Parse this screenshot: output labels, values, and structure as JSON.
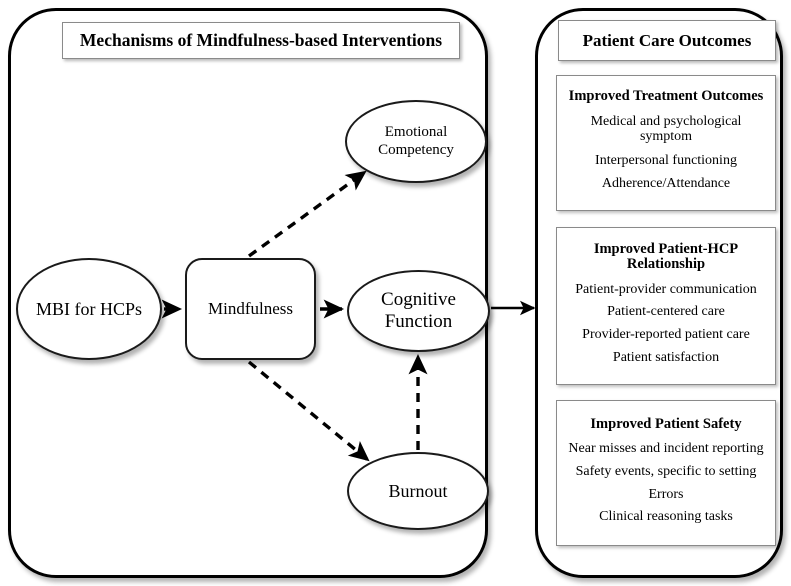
{
  "figure": {
    "left_panel": {
      "title": "Mechanisms of Mindfulness-based Interventions",
      "nodes": {
        "mbi": "MBI for HCPs",
        "mindfulness": "Mindfulness",
        "emotional_competency": "Emotional Competency",
        "cognitive_function": "Cognitive Function",
        "burnout": "Burnout"
      }
    },
    "right_panel": {
      "title": "Patient Care Outcomes",
      "outcomes": [
        {
          "title": "Improved Treatment Outcomes",
          "items": [
            "Medical and psychological symptom",
            "Interpersonal functioning",
            "Adherence/Attendance"
          ]
        },
        {
          "title": "Improved Patient-HCP Relationship",
          "items": [
            "Patient-provider communication",
            "Patient-centered care",
            "Provider-reported patient care",
            "Patient satisfaction"
          ]
        },
        {
          "title": "Improved Patient Safety",
          "items": [
            "Near misses and incident reporting",
            "Safety events, specific to setting",
            "Errors",
            "Clinical reasoning tasks"
          ]
        }
      ]
    }
  }
}
